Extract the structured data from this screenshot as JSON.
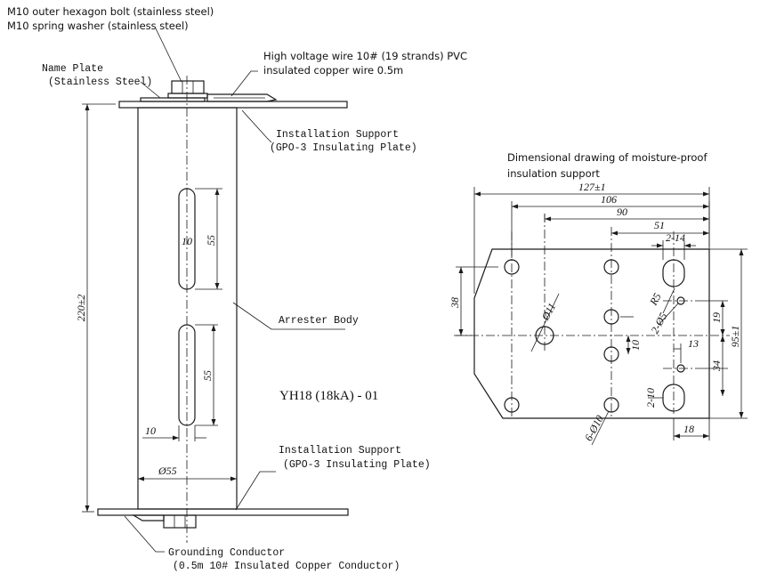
{
  "callouts": {
    "bolt": "M10 outer hexagon bolt (stainless steel)",
    "washer": "M10 spring washer (stainless steel)",
    "wire_line1": "High voltage wire 10# (19 strands) PVC",
    "wire_line2": "insulated copper wire 0.5m",
    "nameplate_line1": "Name Plate",
    "nameplate_line2": "(Stainless Steel)",
    "support_top_line1": "Installation Support",
    "support_top_line2": "(GPO-3 Insulating Plate)",
    "arrester_body": "Arrester Body",
    "model": "YH18 (18kA) - 01",
    "support_bottom_line1": "Installation Support",
    "support_bottom_line2": "(GPO-3 Insulating Plate)",
    "ground_line1": "Grounding Conductor",
    "ground_line2": "(0.5m 10# Insulated Copper Conductor)",
    "support_title_line1": "Dimensional drawing of moisture-proof",
    "support_title_line2": "insulation support"
  },
  "dims_left": {
    "height": "220±2",
    "slot_width_top": "10",
    "slot_length_top": "55",
    "slot_length_bottom": "55",
    "slot_width_bottom": "10",
    "diameter": "Ø55"
  },
  "dims_right": {
    "w127": "127±1",
    "w106": "106",
    "w90": "90",
    "w51": "51",
    "slot_top": "2-14",
    "h38": "38",
    "d11": "Ø11",
    "r5": "R5",
    "d5": "2-Ø5",
    "h19": "19",
    "h95": "95±1",
    "c10": "10",
    "w13": "13",
    "h34": "34",
    "slot_bottom": "2-10",
    "holes": "6-Ø10",
    "w18": "18"
  }
}
